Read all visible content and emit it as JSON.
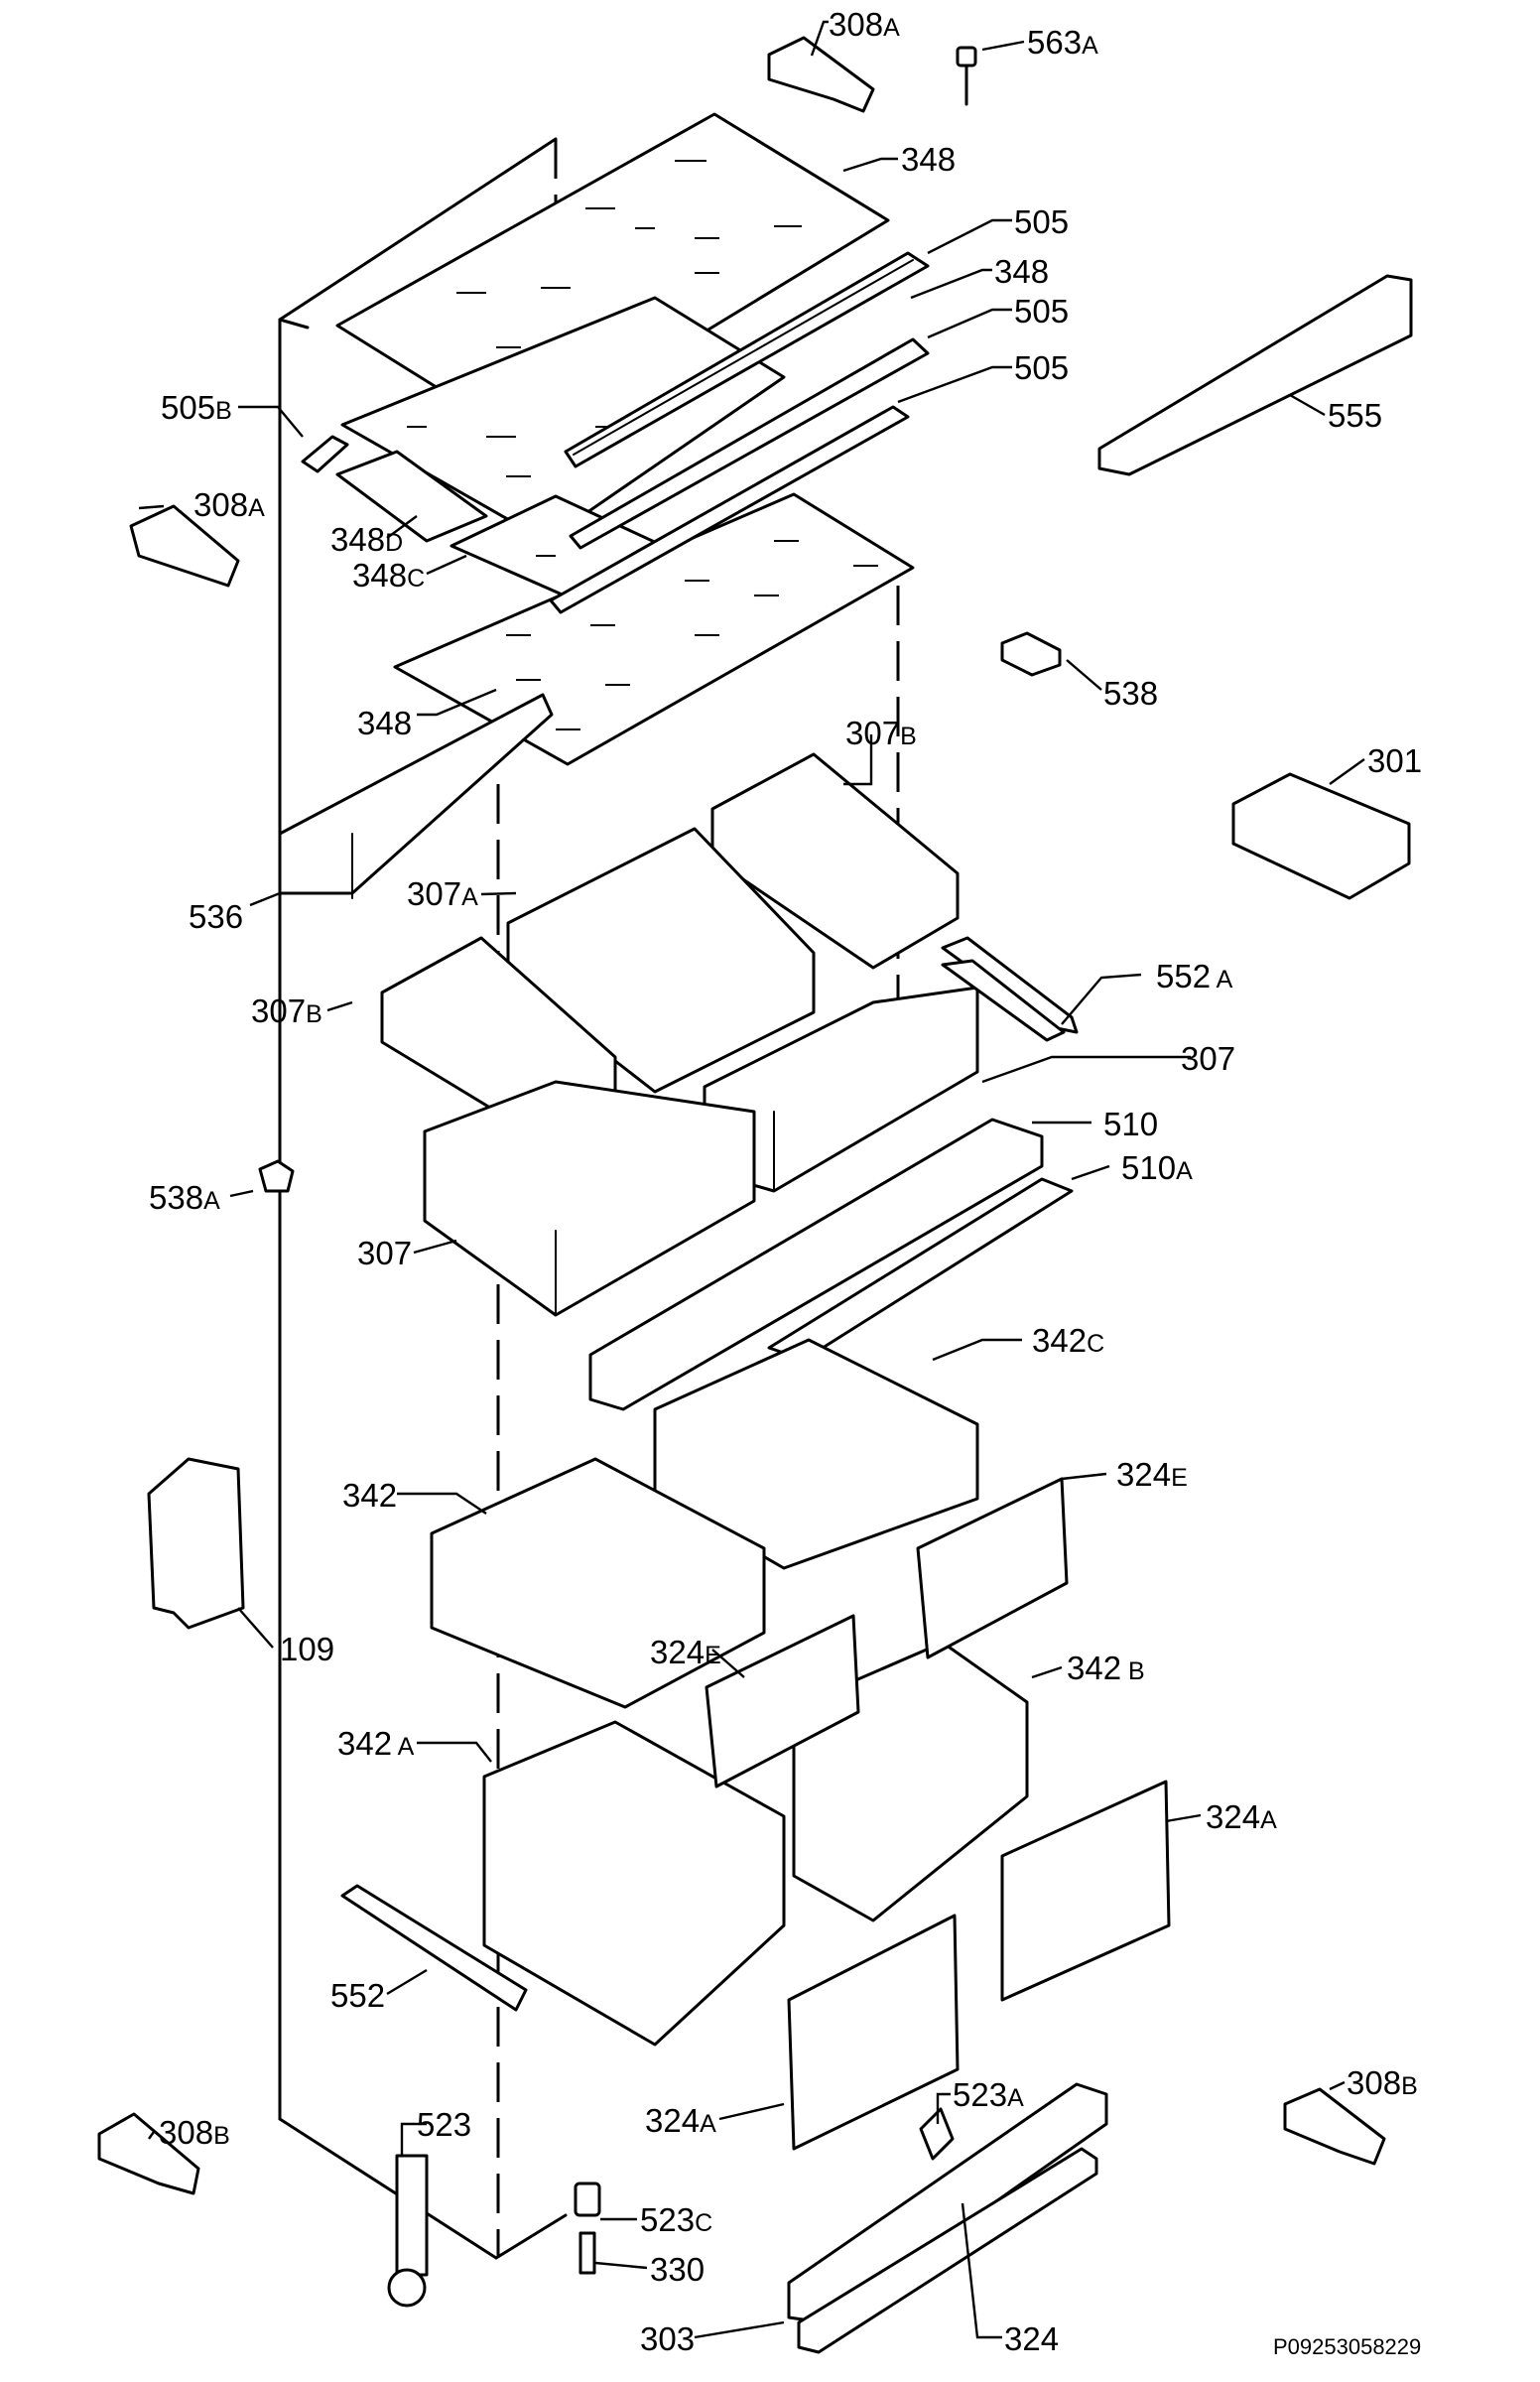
{
  "diagram": {
    "reference_code": "P09253058229",
    "callouts": {
      "c308A_top": {
        "main": "308",
        "suffix": "A"
      },
      "c563A": {
        "main": "563",
        "suffix": "A"
      },
      "c348_top": {
        "main": "348",
        "suffix": ""
      },
      "c505_1": {
        "main": "505",
        "suffix": ""
      },
      "c348_2": {
        "main": "348",
        "suffix": ""
      },
      "c505_2": {
        "main": "505",
        "suffix": ""
      },
      "c505_3": {
        "main": "505",
        "suffix": ""
      },
      "c505B": {
        "main": "505",
        "suffix": "B"
      },
      "c555": {
        "main": "555",
        "suffix": ""
      },
      "c308A_left": {
        "main": "308",
        "suffix": "A"
      },
      "c348D": {
        "main": "348",
        "suffix": "D"
      },
      "c348C": {
        "main": "348",
        "suffix": "C"
      },
      "c538": {
        "main": "538",
        "suffix": ""
      },
      "c348_low": {
        "main": "348",
        "suffix": ""
      },
      "c307B_top": {
        "main": "307",
        "suffix": "B"
      },
      "c301": {
        "main": "301",
        "suffix": ""
      },
      "c536": {
        "main": "536",
        "suffix": ""
      },
      "c307A": {
        "main": "307",
        "suffix": "A"
      },
      "c552A": {
        "main": "552",
        "suffix": " A"
      },
      "c307B_left": {
        "main": "307",
        "suffix": "B"
      },
      "c307_right": {
        "main": "307",
        "suffix": ""
      },
      "c510": {
        "main": "510",
        "suffix": ""
      },
      "c538A": {
        "main": "538",
        "suffix": "A"
      },
      "c510A": {
        "main": "510",
        "suffix": "A"
      },
      "c307_left": {
        "main": "307",
        "suffix": ""
      },
      "c342C": {
        "main": "342",
        "suffix": "C"
      },
      "c342": {
        "main": "342",
        "suffix": ""
      },
      "c324E_right": {
        "main": "324",
        "suffix": "E"
      },
      "c109": {
        "main": "109",
        "suffix": ""
      },
      "c324E_mid": {
        "main": "324",
        "suffix": "E"
      },
      "c342B": {
        "main": "342",
        "suffix": " B"
      },
      "c342A": {
        "main": "342",
        "suffix": " A"
      },
      "c324A_right": {
        "main": "324",
        "suffix": "A"
      },
      "c552": {
        "main": "552",
        "suffix": ""
      },
      "c523A": {
        "main": "523",
        "suffix": "A"
      },
      "c324A_left": {
        "main": "324",
        "suffix": "A"
      },
      "c308B_right": {
        "main": "308",
        "suffix": "B"
      },
      "c308B_left": {
        "main": "308",
        "suffix": "B"
      },
      "c523": {
        "main": "523",
        "suffix": ""
      },
      "c523C": {
        "main": "523",
        "suffix": "C"
      },
      "c330": {
        "main": "330",
        "suffix": ""
      },
      "c303": {
        "main": "303",
        "suffix": ""
      },
      "c324_bottom": {
        "main": "324",
        "suffix": ""
      }
    }
  }
}
